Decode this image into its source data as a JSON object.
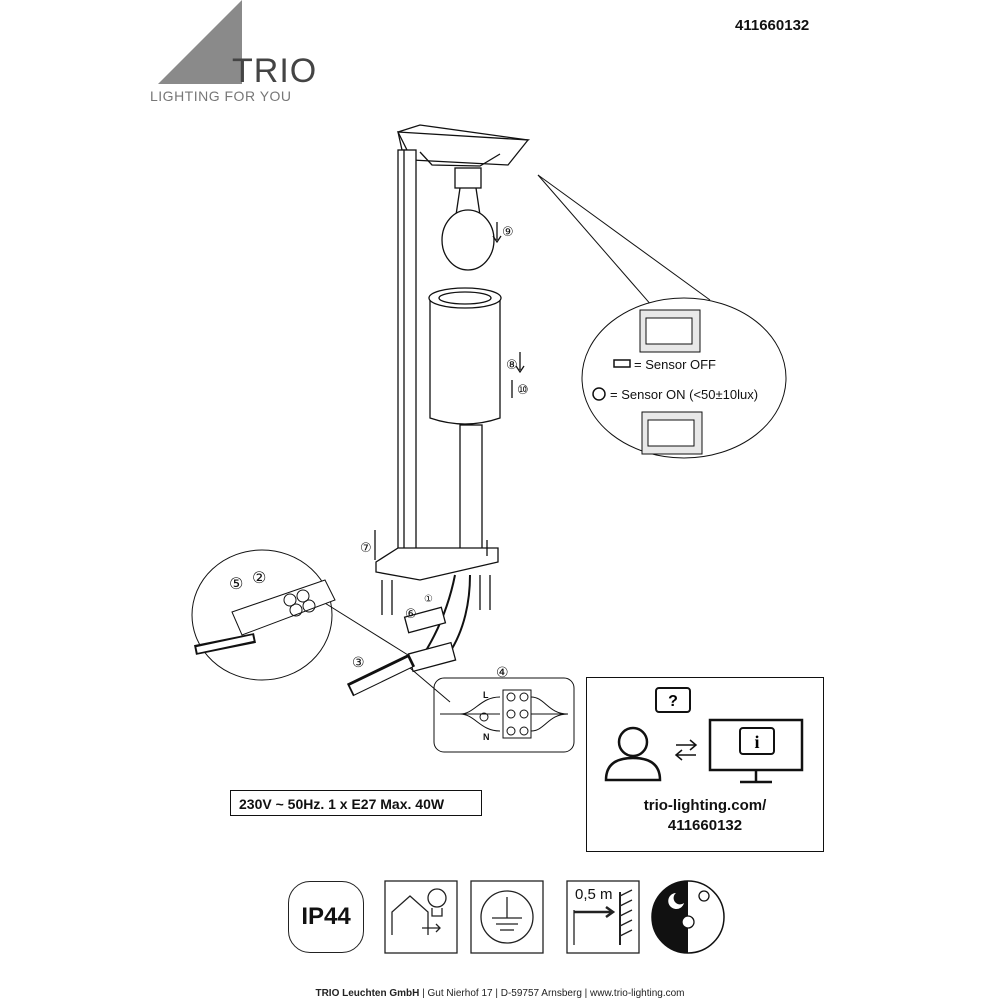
{
  "header": {
    "brand_name": "TRIO",
    "brand_tagline": "LIGHTING FOR YOU",
    "document_number": "411660132"
  },
  "sensor_panel": {
    "sensor_off_label": "= Sensor OFF",
    "sensor_on_label": "= Sensor ON (<50±10lux)"
  },
  "steps": [
    "①",
    "②",
    "③",
    "④",
    "⑤",
    "⑥",
    "⑦",
    "⑧",
    "⑨",
    "⑩"
  ],
  "wiring": {
    "live": "L",
    "neutral": "N"
  },
  "rating": "230V ~ 50Hz. 1 x E27 Max. 40W",
  "support": {
    "url_line1": "trio-lighting.com/",
    "url_line2": "411660132"
  },
  "badges": {
    "ip_rating": "IP44",
    "distance": "0,5 m"
  },
  "footer": {
    "company": "TRIO Leuchten GmbH",
    "address": "| Gut Nierhof 17 | D-59757 Arnsberg | www.trio-lighting.com"
  }
}
